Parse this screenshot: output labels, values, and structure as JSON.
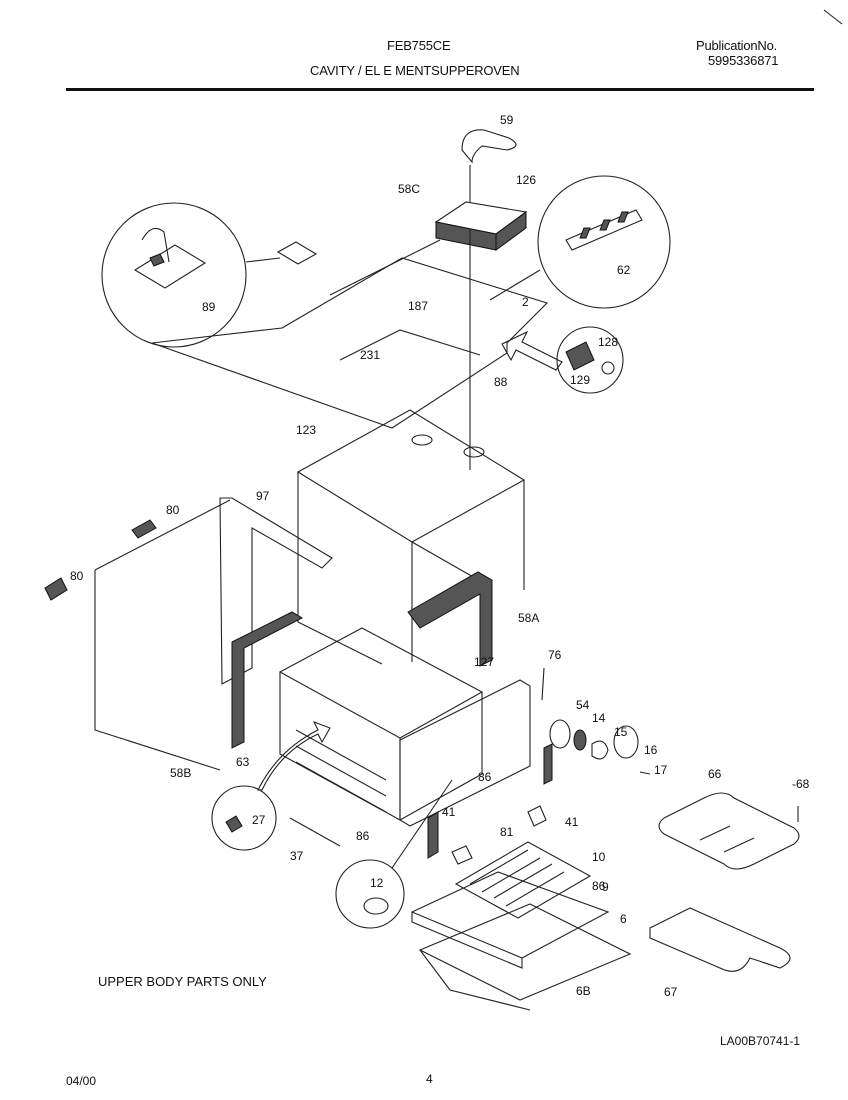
{
  "header": {
    "model": "FEB755CE",
    "section_title": "CAVITY / EL E MENTSUPPEROVEN",
    "publication_label": "PublicationNo.",
    "publication_number": "5995336871"
  },
  "note": "UPPER BODY PARTS ONLY",
  "drawing_code": "LA00B70741-1",
  "footer": {
    "date": "04/00",
    "page": "4"
  },
  "callouts": [
    "59",
    "126",
    "58C",
    "62",
    "2",
    "187",
    "89",
    "231",
    "88",
    "128",
    "129",
    "123",
    "97",
    "80",
    "80",
    "58A",
    "127",
    "76",
    "54",
    "14",
    "15",
    "16",
    "17",
    "66",
    "-68",
    "58B",
    "63",
    "86",
    "41",
    "41",
    "86",
    "81",
    "10",
    "27",
    "37",
    "86",
    "12",
    "9",
    "6",
    "6B",
    "67"
  ]
}
